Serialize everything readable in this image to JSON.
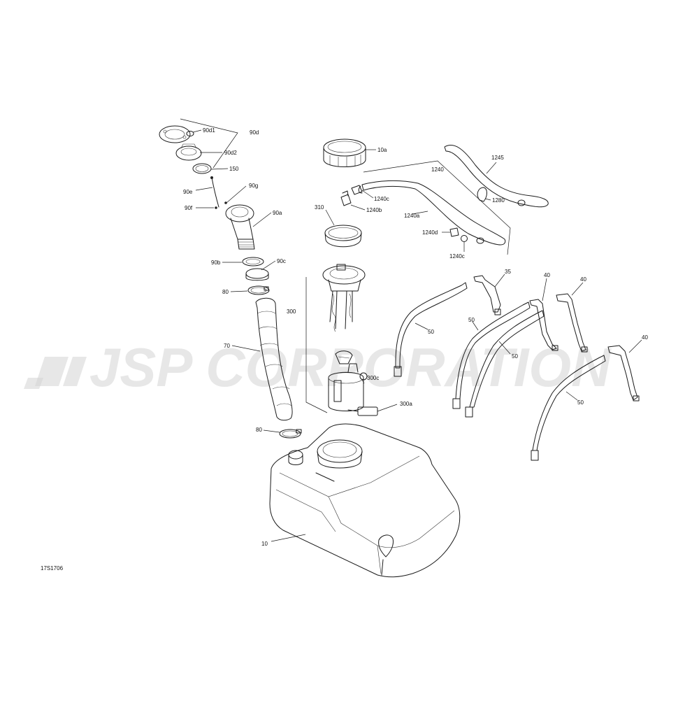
{
  "watermark": "JSP CORPORATION",
  "diagram_code": "17S1706",
  "labels": {
    "l90d1": "90d1",
    "l90d": "90d",
    "l90d2": "90d2",
    "l150": "150",
    "l90e": "90e",
    "l90g": "90g",
    "l90f": "90f",
    "l90a": "90a",
    "l90b": "90b",
    "l90c": "90c",
    "l80a": "80",
    "l70": "70",
    "l80b": "80",
    "l10": "10",
    "l10a": "10a",
    "l310": "310",
    "l300": "300",
    "l300c": "300c",
    "l300a": "300a",
    "l1240": "1240",
    "l1240c_a": "1240c",
    "l1240b": "1240b",
    "l1240a": "1240a",
    "l1240d": "1240d",
    "l1240c_b": "1240c",
    "l1245": "1245",
    "l1280": "1280",
    "l35": "35",
    "l40a": "40",
    "l40b": "40",
    "l40c": "40",
    "l50a": "50",
    "l50b": "50",
    "l50c": "50",
    "l50d": "50"
  }
}
